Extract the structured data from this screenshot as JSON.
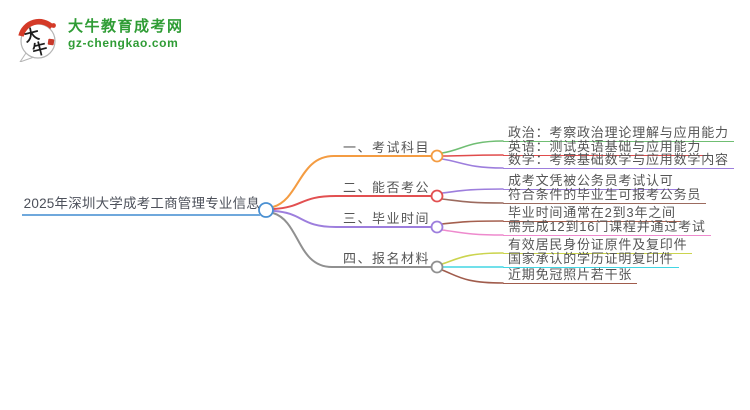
{
  "logo": {
    "brand": "大牛教育成考网",
    "domain": "gz-chengkao.com",
    "mark_char_top": "大",
    "mark_char_bottom": "牛",
    "colors": {
      "green": "#2F9C35",
      "red": "#D43A28",
      "ink": "#1c1c1c",
      "bubble_stroke": "#b5b5b5"
    }
  },
  "central": {
    "label": "2025年深圳大学成考工商管理专业信息",
    "text_color": "#4C505A",
    "line_color": "#6FA8DC",
    "circle_color": "#4A90D2"
  },
  "branches": [
    {
      "label": "一、考试科目",
      "color": "#F49C42",
      "children": [
        {
          "label": "政治：考察政治理论理解与应用能力",
          "color": "#70BE73"
        },
        {
          "label": "英语：测试英语基础与应用能力",
          "color": "#E04B4B"
        },
        {
          "label": "数学：考察基础数学与应用数学内容",
          "color": "#9D7EDD"
        }
      ]
    },
    {
      "label": "二、能否考公",
      "color": "#E25051",
      "children": [
        {
          "label": "成考文凭被公务员考试认可",
          "color": "#9D7EDD"
        },
        {
          "label": "符合条件的毕业生可报考公务员",
          "color": "#9C6B5F"
        }
      ]
    },
    {
      "label": "三、毕业时间",
      "color": "#9D7EDD",
      "children": [
        {
          "label": "毕业时间通常在2到3年之间",
          "color": "#A5604F"
        },
        {
          "label": "需完成12到16门课程并通过考试",
          "color": "#EE8ACD"
        }
      ]
    },
    {
      "label": "四、报名材料",
      "color": "#909090",
      "children": [
        {
          "label": "有效居民身份证原件及复印件",
          "color": "#CBD44E"
        },
        {
          "label": "国家承认的学历证明复印件",
          "color": "#42D6E4"
        },
        {
          "label": "近期免冠照片若干张",
          "color": "#A05C4C"
        }
      ]
    }
  ],
  "palette": {
    "node_text": "#555555",
    "background": "#FFFFFF"
  }
}
